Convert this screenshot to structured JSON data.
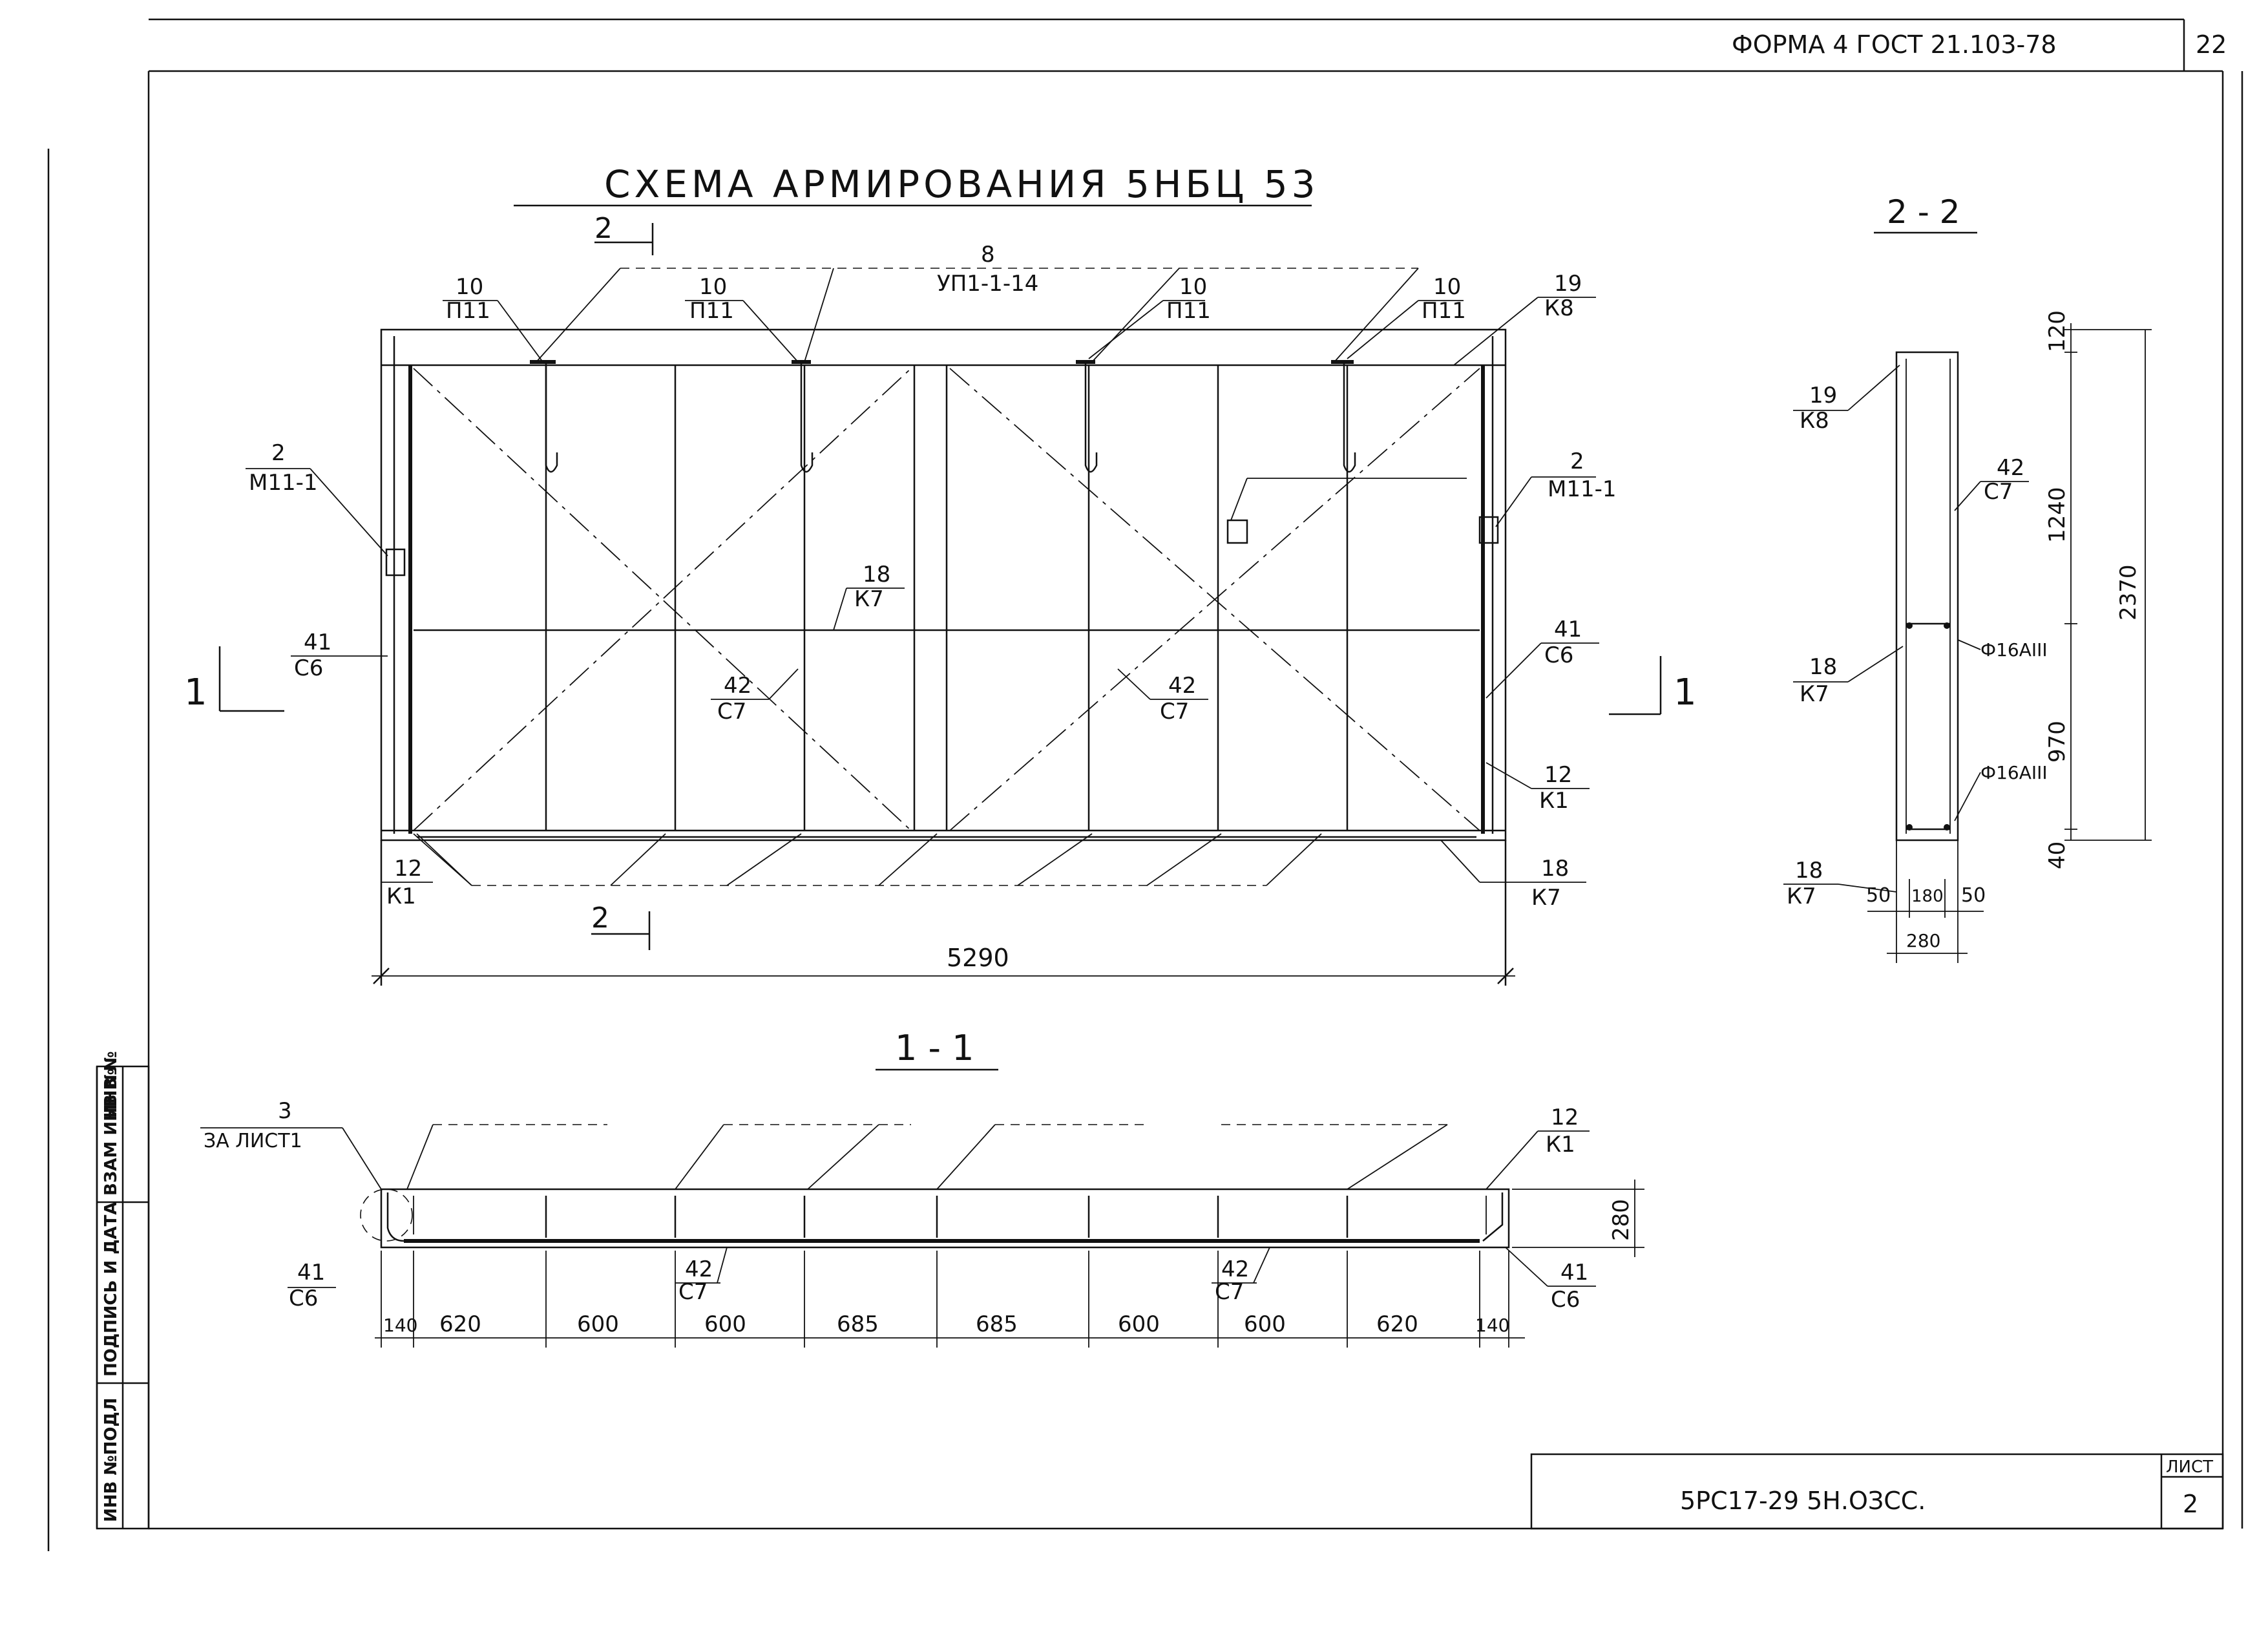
{
  "header": {
    "form": "ФОРМА 4 ГОСТ 21.103-78",
    "page_number": "22"
  },
  "main_view": {
    "title": "СХЕМА АРМИРОВАНИЯ 5НБЦ 53",
    "section_mark": "2",
    "marks": {
      "top_8_num": "8",
      "top_8_code": "УП1-1-14",
      "p11_num": "10",
      "p11_code": "П11",
      "k8_num": "19",
      "k8_code": "К8",
      "m11_num": "2",
      "m11_code": "М11-1",
      "k7_num": "18",
      "k7_code": "К7",
      "c6_num": "41",
      "c6_code": "С6",
      "c7_num": "42",
      "c7_code": "С7",
      "k1_num": "12",
      "k1_code": "К1",
      "cut_mark": "1"
    },
    "overall_dim": "5290"
  },
  "section_2": {
    "title": "2 - 2",
    "k8_num": "19",
    "k8_code": "К8",
    "c7_num": "42",
    "c7_code": "С7",
    "k7_num": "18",
    "k7_code": "К7",
    "rebar_top": "Ф16АIII",
    "rebar_bottom": "Ф16АIII",
    "dims": {
      "d120": "120",
      "d1240": "1240",
      "d970": "970",
      "d40": "40",
      "d2370": "2370",
      "d50a": "50",
      "d180": "180",
      "d50b": "50",
      "d280": "280"
    }
  },
  "section_1": {
    "title": "1 - 1",
    "node_num": "3",
    "node_ref": "ЗА ЛИСТ1",
    "k1_num": "12",
    "k1_code": "К1",
    "c6_num": "41",
    "c6_code": "С6",
    "c7_num": "42",
    "c7_code": "С7",
    "height_dim": "280",
    "spans": [
      "140",
      "620",
      "600",
      "600",
      "685",
      "685",
      "600",
      "600",
      "620",
      "140"
    ]
  },
  "side_stamp": {
    "labels": [
      "ИНВ №ПОДЛ",
      "ПОДПИСЬ И ДАТА",
      "ВЗАМ ИНВ №",
      "ИНВ №"
    ]
  },
  "title_block": {
    "code": "5РС17-29 5Н.ОЗСС.",
    "sheet_label": "ЛИСТ",
    "sheet_number": "2"
  }
}
